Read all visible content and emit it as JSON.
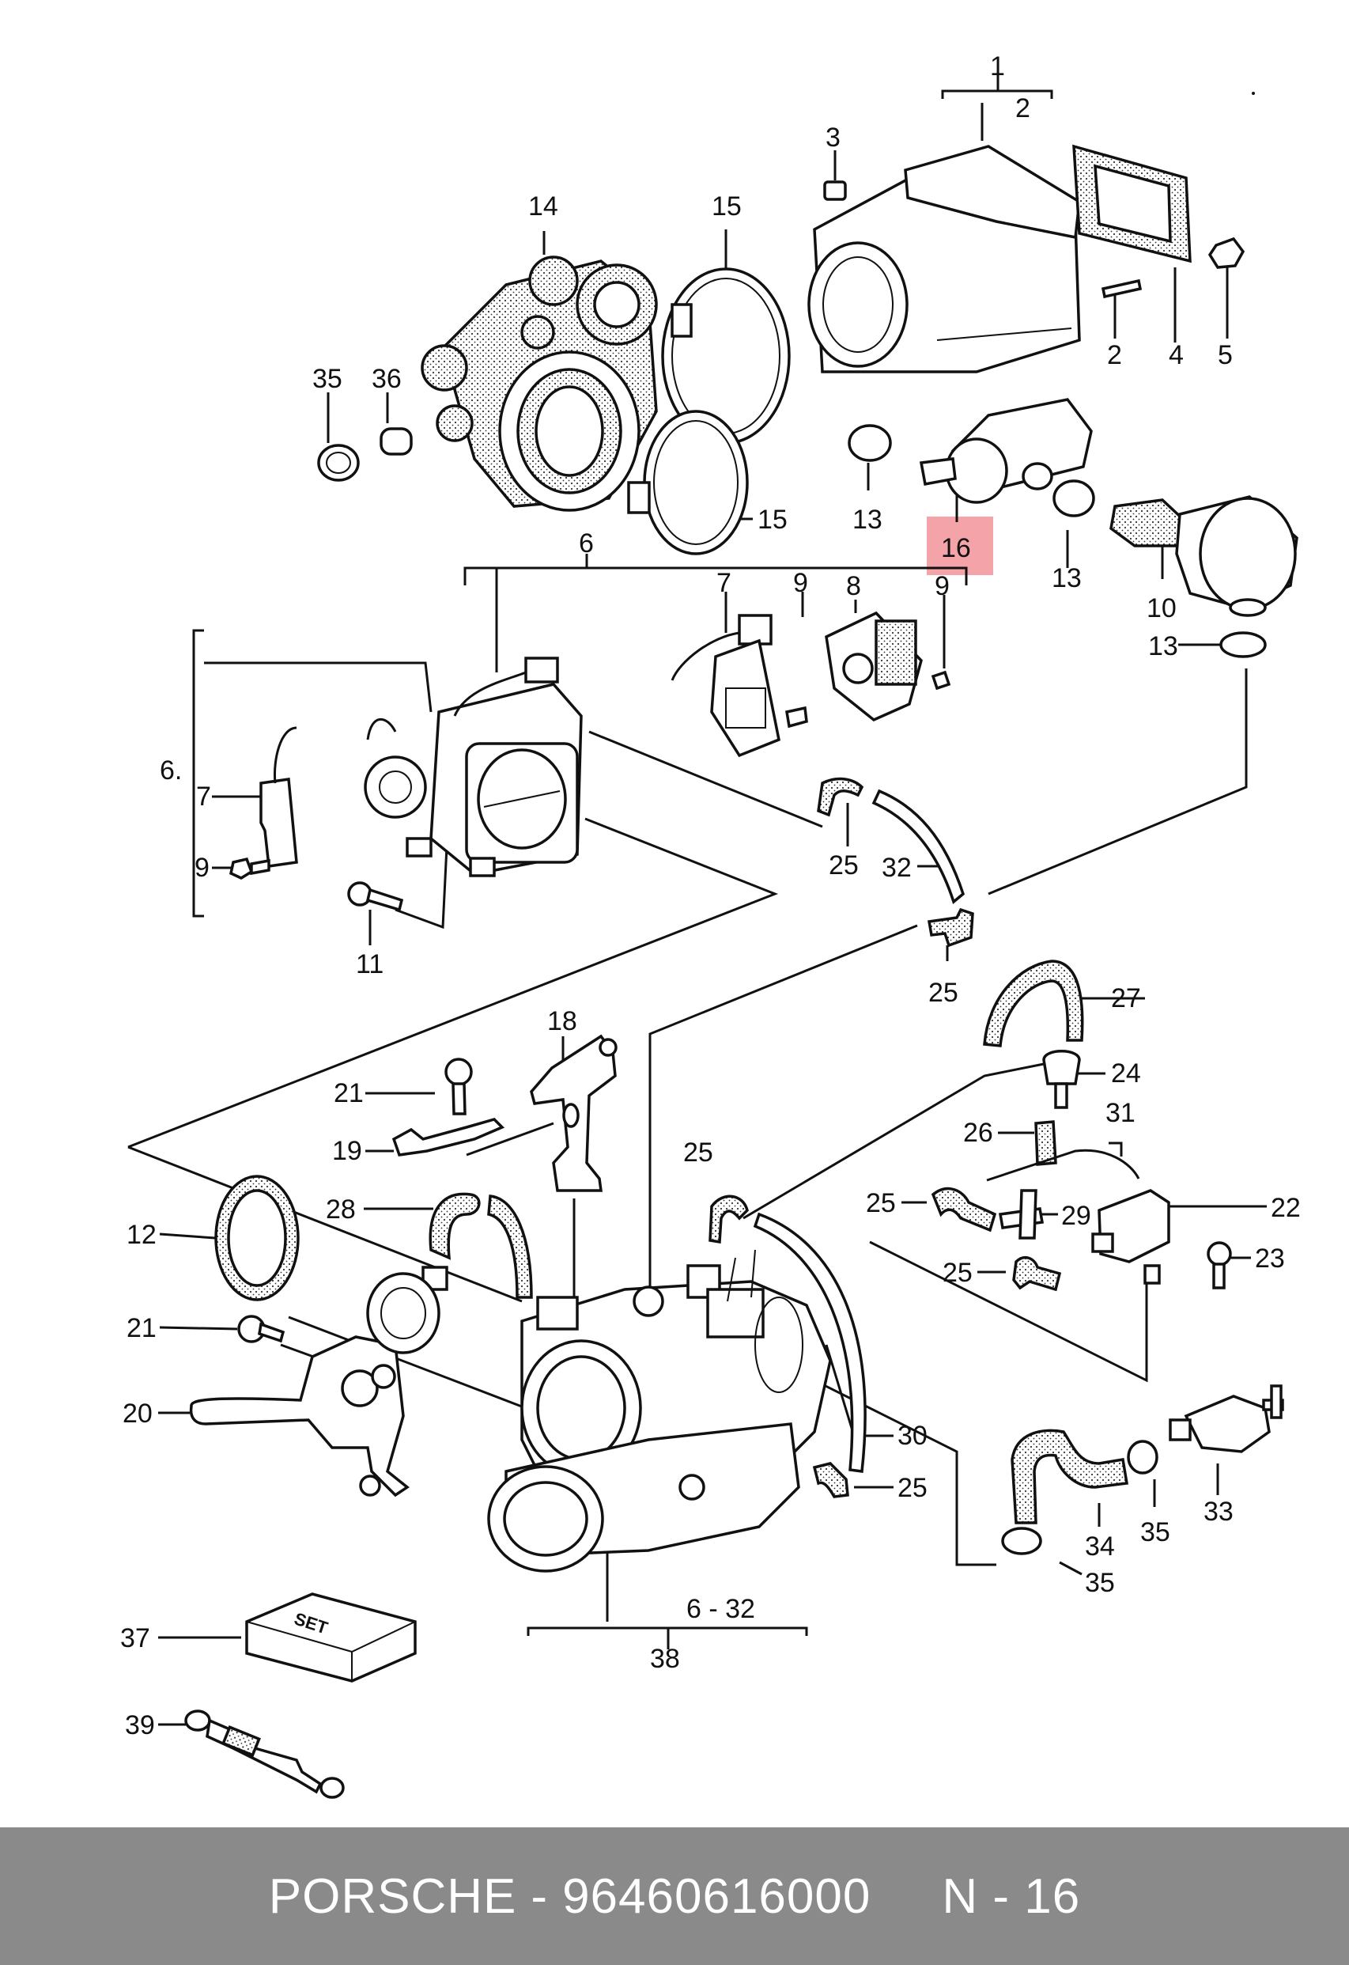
{
  "diagram": {
    "labels": [
      "1",
      "2",
      "2",
      "3",
      "4",
      "5",
      "14",
      "15",
      "15",
      "35",
      "36",
      "13",
      "16",
      "13",
      "10",
      "13",
      "6",
      "7",
      "9",
      "8",
      "9",
      "6.",
      "7",
      "9",
      "11",
      "25",
      "32",
      "25",
      "27",
      "24",
      "18",
      "21",
      "19",
      "26",
      "31",
      "25",
      "22",
      "25",
      "29",
      "23",
      "25",
      "12",
      "28",
      "21",
      "20",
      "30",
      "25",
      "34",
      "35",
      "33",
      "35",
      "6 - 32",
      "38",
      "37",
      "39"
    ],
    "highlight_label": "16",
    "set_box_text": "SET",
    "highlight_color": "#f4a3a8"
  },
  "footer": {
    "brand": "PORSCHE",
    "separator": "-",
    "part_number": "96460616000",
    "reference": "N - 16",
    "background": "#8a8a8a"
  }
}
